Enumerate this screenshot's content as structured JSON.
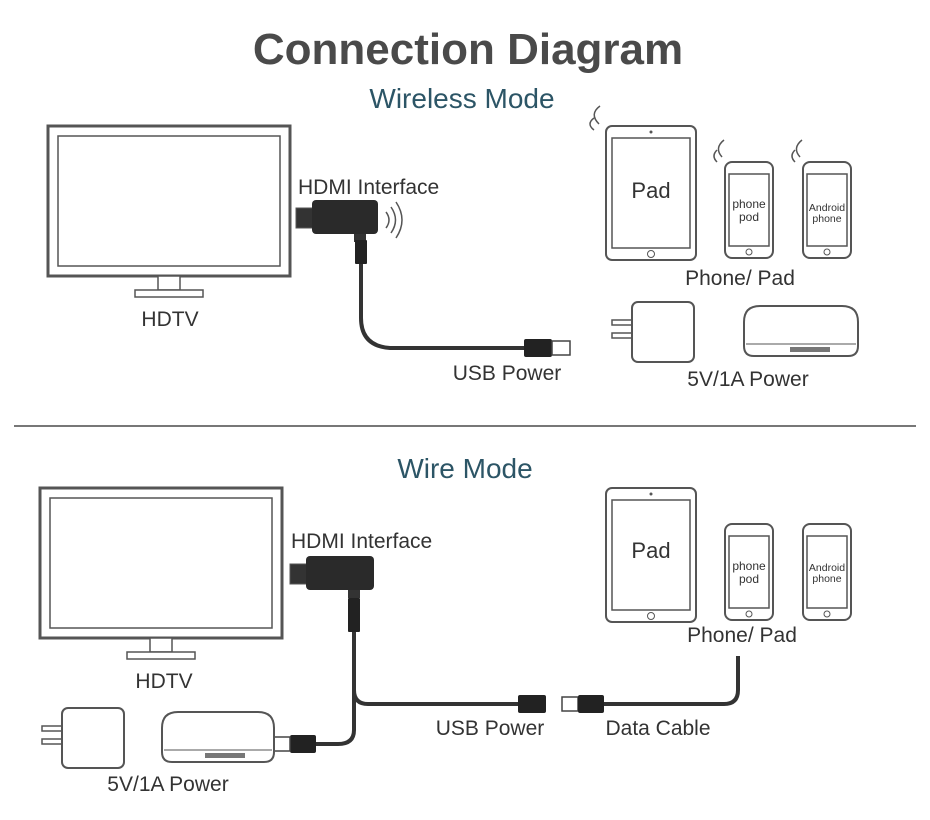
{
  "title": "Connection Diagram",
  "wireless": {
    "heading": "Wireless Mode",
    "hdtv_label": "HDTV",
    "hdmi_label": "HDMI Interface",
    "usb_label": "USB Power",
    "devices_label": "Phone/ Pad",
    "pad_text": "Pad",
    "phone1_text": [
      "phone",
      "pod"
    ],
    "phone2_text": [
      "Android",
      "phone"
    ],
    "power_label": "5V/1A Power"
  },
  "wire": {
    "heading": "Wire Mode",
    "hdtv_label": "HDTV",
    "hdmi_label": "HDMI Interface",
    "usb_label": "USB Power",
    "data_label": "Data Cable",
    "devices_label": "Phone/ Pad",
    "pad_text": "Pad",
    "phone1_text": [
      "phone",
      "pod"
    ],
    "phone2_text": [
      "Android",
      "phone"
    ],
    "power_label": "5V/1A Power"
  },
  "colors": {
    "outline": "#5a5a5a",
    "cable": "#333333",
    "divider": "#777777",
    "heading": "#2c5566"
  }
}
